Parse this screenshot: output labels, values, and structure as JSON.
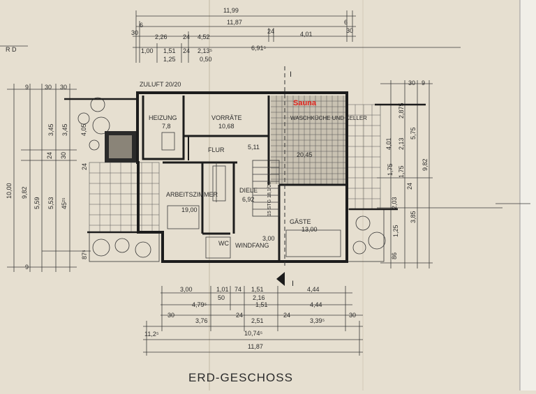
{
  "title": "ERD-GESCHOSS",
  "top_dimensions": {
    "overall": "11,99",
    "inner": "11,87",
    "row2": [
      "30",
      "6",
      "2,26",
      "24",
      "4,52",
      "24",
      "4,01",
      "6",
      "30"
    ],
    "row3": [
      "1,00",
      "1,51",
      "24",
      "2,13⁵",
      "6,91⁵"
    ],
    "row3b": [
      "1,25",
      "0,50"
    ]
  },
  "left_dimensions": [
    "10,00",
    "9,82",
    "5,59",
    "5,53",
    "45²⁵",
    "3,45",
    "3,45",
    "4,05",
    "24",
    "30",
    "9",
    "30",
    "30",
    "9",
    "87⁵",
    "24"
  ],
  "right_dimensions": [
    "9,82",
    "5,75",
    "2,875",
    "1,75",
    "2,03",
    "3,85",
    "1,75",
    "1,25",
    "24",
    "86",
    "30",
    "9",
    "4,01",
    "2,13"
  ],
  "bottom_dimensions": {
    "row1": [
      "3,00",
      "1,01",
      "74",
      "1,51",
      "4,44"
    ],
    "row1b": [
      "50",
      "2,16"
    ],
    "row2": [
      "4,79⁵",
      "1,51",
      "4,44"
    ],
    "row3": [
      "30",
      "3,76",
      "24",
      "2,51",
      "24",
      "3,39⁵",
      "30"
    ],
    "row4": [
      "11,2⁵",
      "10,74⁵"
    ],
    "row5": [
      "11,87"
    ]
  },
  "rooms": [
    {
      "name": "HEIZUNG",
      "area": "7,8"
    },
    {
      "name": "VORRÄTE",
      "area": "10,68"
    },
    {
      "name": "WASCHKÜCHE UND KELLER",
      "area": "20,45"
    },
    {
      "name": "FLUR",
      "area": "5,11"
    },
    {
      "name": "ARBEITSZIMMER",
      "area": "19,00"
    },
    {
      "name": "DIELE",
      "area": "6,92"
    },
    {
      "name": "GÄSTE",
      "area": "13,00"
    },
    {
      "name": "WINDFANG",
      "area": "3,00"
    },
    {
      "name": "WC",
      "area": ""
    }
  ],
  "labels": {
    "zuluft": "ZULUFT 20/20",
    "sauna": "Sauna",
    "stair": "15 STG 18,1/26",
    "section_mark": "I",
    "corner": "R D"
  },
  "colors": {
    "sauna": "#e0221a",
    "paper": "#e6dfd0",
    "ink": "#1c1c1c"
  }
}
